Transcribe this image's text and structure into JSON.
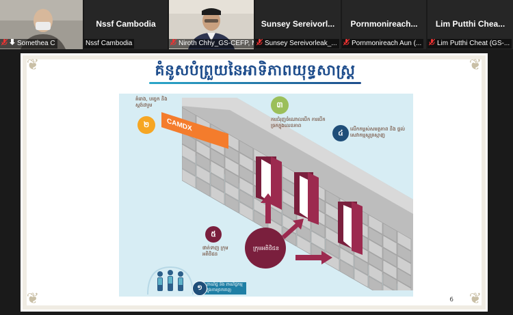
{
  "participants": [
    {
      "name": "Somethea C",
      "display": "",
      "muted": true,
      "pinned": true,
      "has_video": true,
      "active": true
    },
    {
      "name": "Nssf Cambodia",
      "display": "Nssf Cambodia",
      "muted": false,
      "pinned": false,
      "has_video": false,
      "active": false
    },
    {
      "name": "Niroth Chhy_GS-CEFP, M...",
      "display": "",
      "muted": true,
      "pinned": false,
      "has_video": true,
      "active": false
    },
    {
      "name": "Sunsey Sereivorleak_...",
      "display": "Sunsey Sereivorl...",
      "muted": true,
      "pinned": false,
      "has_video": false,
      "active": false
    },
    {
      "name": "Pornmonireach Aun (...",
      "display": "Pornmonireach...",
      "muted": true,
      "pinned": false,
      "has_video": false,
      "active": false
    },
    {
      "name": "Lim Putthi Cheat (GS-...",
      "display": "Lim Putthi Chea...",
      "muted": true,
      "pinned": false,
      "has_video": false,
      "active": false
    }
  ],
  "slide": {
    "title": "គំនូសបំព្រួយនៃអាទិភាពយុទ្ធសាស្ត្រ",
    "page_number": "6",
    "items": {
      "n2": {
        "badge": "២",
        "text": "គំរោង, បច្ចេក និង ស្តង់ដារួម"
      },
      "n3": {
        "badge": "៣",
        "text": "ការជំរុញចំណោលបើក ការបើកច្រកក្នុងលេខភាព"
      },
      "n4": {
        "badge": "៤",
        "text": "លើកកម្ពស់សមត្ថភាព និង ផ្តល់សេវាកម្មស្មុគ្រស្មាញ"
      },
      "n5": {
        "badge": "៥",
        "text": "ផាត់ទាញ ក្រុមអតិថិជន"
      },
      "n1": {
        "badge": "១",
        "text": "ពាណិជ្ជ និង ពាណិជ្ជកម្មក្នុងការច្រកចេញ"
      },
      "center": "ក្រុមអតិថិជន",
      "camdx": "CAMDX"
    }
  },
  "colors": {
    "accent_green": "#8ac34a",
    "slide_title": "#1e4d8c",
    "maroon": "#7a1f3d",
    "orange": "#f47c2c",
    "teal_dark": "#1f4e79"
  }
}
